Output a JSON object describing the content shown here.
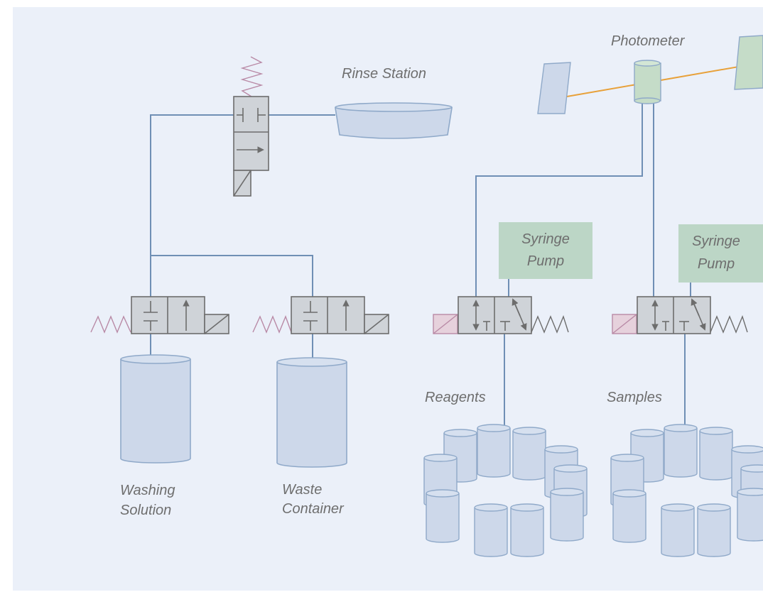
{
  "labels": {
    "rinse_station": "Rinse Station",
    "photometer": "Photometer",
    "syringe_pump_1_line1": "Syringe",
    "syringe_pump_1_line2": "Pump",
    "syringe_pump_2_line1": "Syringe",
    "syringe_pump_2_line2": "Pump",
    "reagents": "Reagents",
    "samples": "Samples",
    "washing_line1": "Washing",
    "washing_line2": "Solution",
    "waste_line1": "Waste",
    "waste_line2": "Container"
  },
  "colors": {
    "background": "#ebf0f9",
    "pipe": "#6f8fb5",
    "valve_fill": "#cfd3d8",
    "tank_fill": "#cdd8ea",
    "pump_fill": "#bcd6c6",
    "beam": "#e8a13a",
    "spring_pink": "#b98aa6"
  }
}
